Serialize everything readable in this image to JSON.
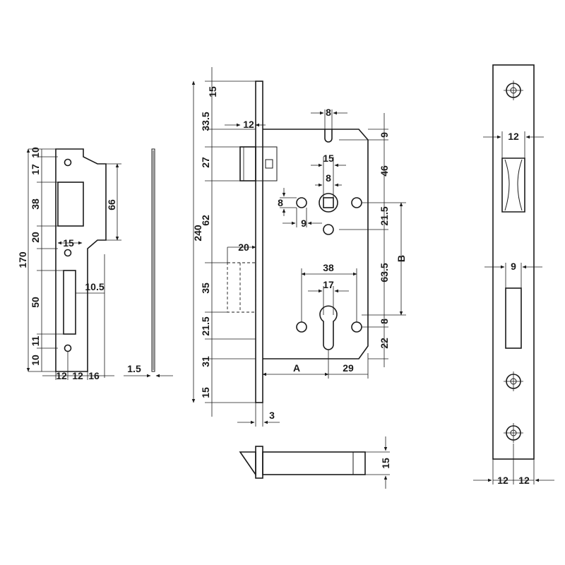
{
  "strike_plate": {
    "overall_height": "170",
    "segments_left": [
      "10",
      "17",
      "38",
      "20",
      "50",
      "11",
      "10"
    ],
    "bolt_hole_height": "66",
    "gap_15": "15",
    "slot_offset": "10.5",
    "bottom_widths": [
      "12",
      "12",
      "16"
    ]
  },
  "strike_side": {
    "thickness": "1.5"
  },
  "lock_body": {
    "overall_height": "240",
    "left_segments": [
      "15",
      "33.5",
      "27",
      "62",
      "35",
      "21.5",
      "31",
      "15"
    ],
    "latch_width": "12",
    "faceplate_offset": "20",
    "faceplate_thickness": "3",
    "spindle_pin_width": "8",
    "right_segments": [
      "9",
      "46",
      "21.5",
      "63.5",
      "8",
      "22"
    ],
    "square_size": "15",
    "square_inner": "8",
    "screw_vertical": "8",
    "screw_horizontal": "9",
    "cylinder_span": "38",
    "cylinder_width": "17",
    "backset": "A",
    "distance": "B",
    "right_margin": "29"
  },
  "bolt_view": {
    "height": "15"
  },
  "faceplate": {
    "slot_width_top": "12",
    "slot_width_mid": "9",
    "bottom_widths": [
      "12",
      "12"
    ]
  },
  "icons": [
    "screw-hole-icon",
    "arrow-icon"
  ]
}
